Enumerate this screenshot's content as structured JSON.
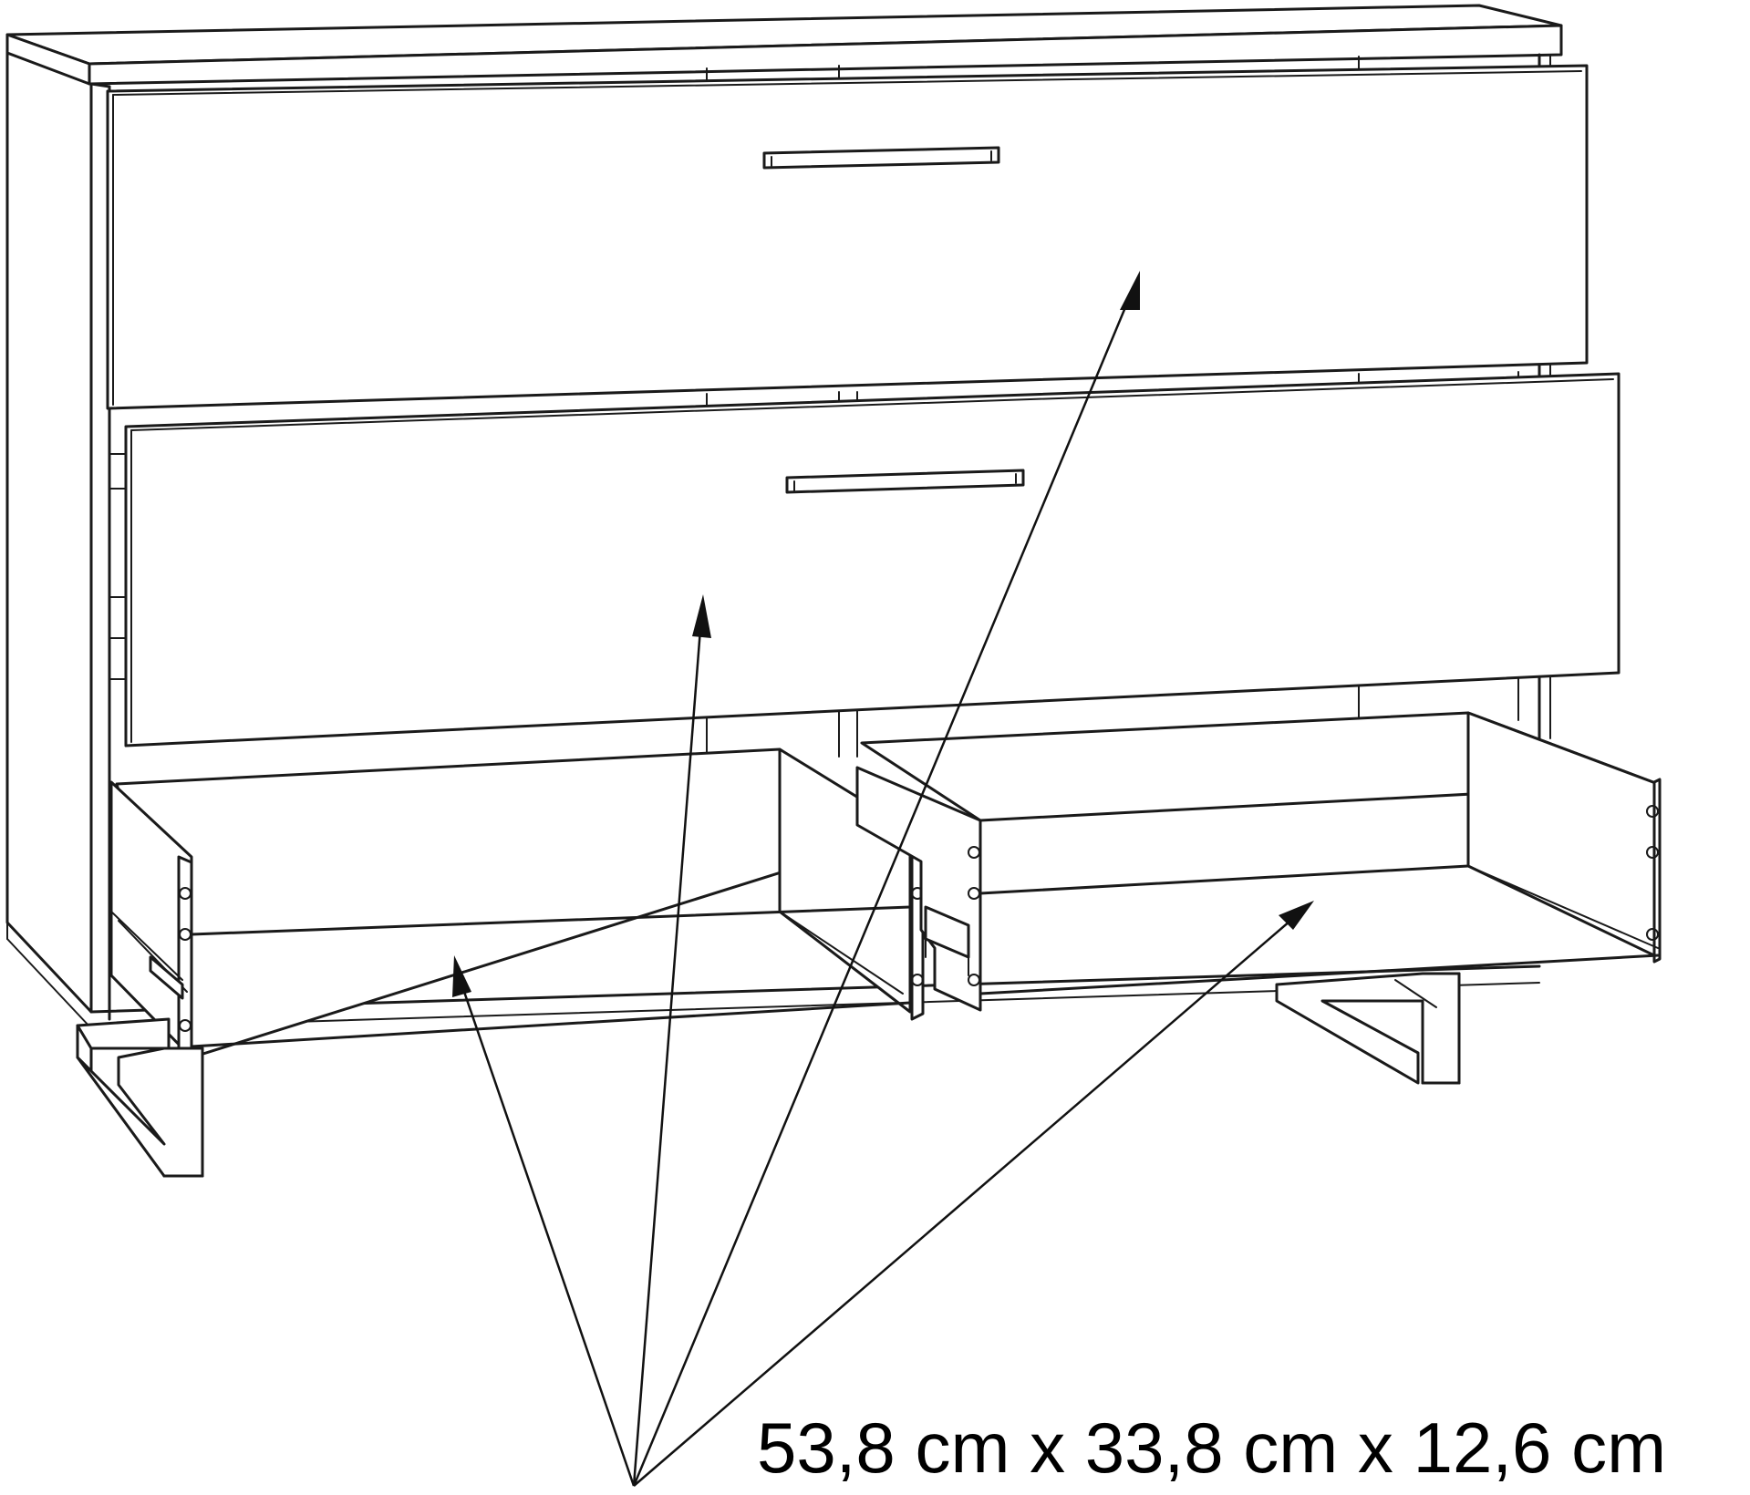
{
  "figure": {
    "subject": "chest of drawers with two large drawers and two open small drawers",
    "dimension_label": "53,8 cm x 33,8 cm x 12,6 cm",
    "line_color": "#1a1a1a",
    "background_color": "#ffffff",
    "arrows": [
      {
        "target": "top-drawer"
      },
      {
        "target": "middle-drawer"
      },
      {
        "target": "left-small-drawer"
      },
      {
        "target": "right-small-drawer"
      }
    ]
  }
}
